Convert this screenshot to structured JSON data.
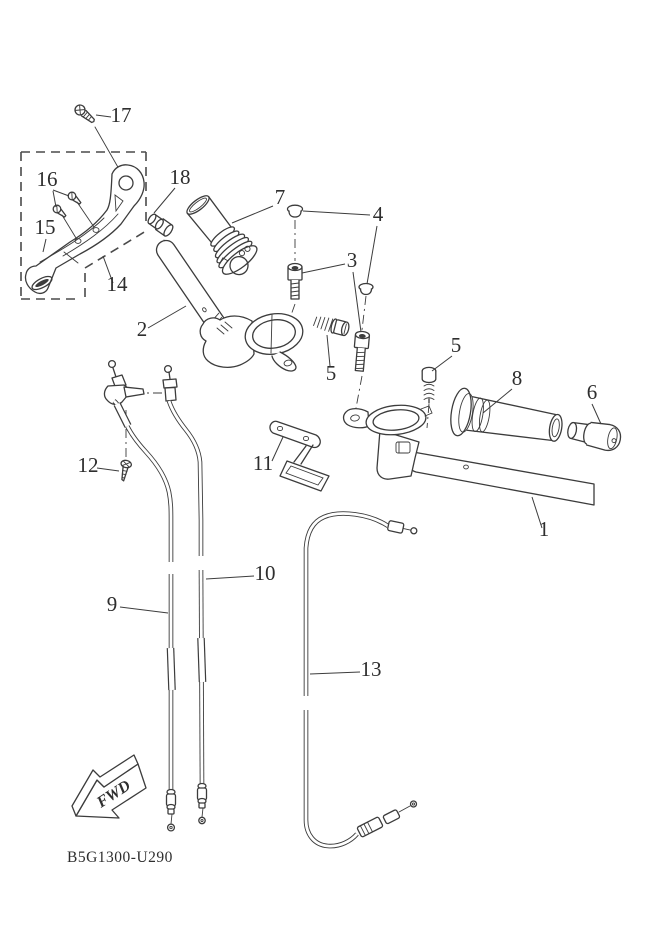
{
  "diagram": {
    "title": "steering-handle-and-cable-parts-diagram",
    "part_code": "B5G1300-U290",
    "fwd_label": "FWD",
    "colors": {
      "line": "#3c3c3c",
      "background": "#ffffff",
      "text": "#2e2e2e"
    },
    "callouts": [
      {
        "part": "17"
      },
      {
        "part": "16"
      },
      {
        "part": "15"
      },
      {
        "part": "14"
      },
      {
        "part": "18"
      },
      {
        "part": "7"
      },
      {
        "part": "2"
      },
      {
        "part": "4"
      },
      {
        "part": "3"
      },
      {
        "part": "5"
      },
      {
        "part": "5"
      },
      {
        "part": "8"
      },
      {
        "part": "6"
      },
      {
        "part": "1"
      },
      {
        "part": "11"
      },
      {
        "part": "12"
      },
      {
        "part": "9"
      },
      {
        "part": "10"
      },
      {
        "part": "13"
      }
    ]
  }
}
